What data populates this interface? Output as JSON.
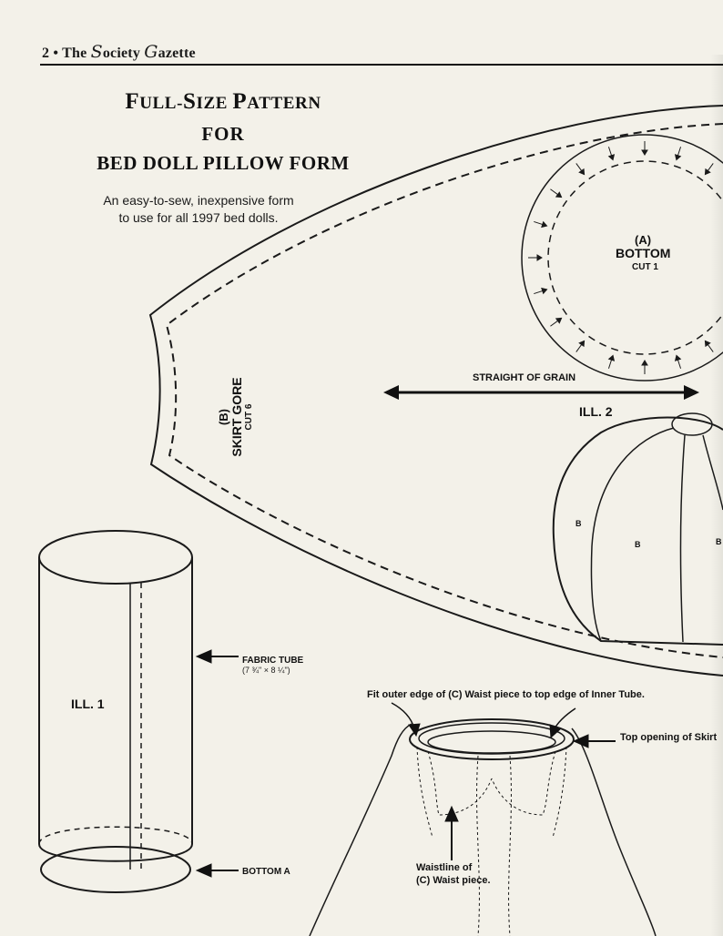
{
  "header": {
    "page_number": "2",
    "bullet": "•",
    "publication_pre": "The ",
    "publication_s_initial": "S",
    "publication_s_rest": "ociety ",
    "publication_g_initial": "G",
    "publication_g_rest": "azette"
  },
  "title": {
    "line1_initial": "F",
    "line1_rest": "ULL-",
    "line1_initial2": "S",
    "line1_rest2": "IZE ",
    "line1_initial3": "P",
    "line1_rest3": "ATTERN",
    "line2": "FOR",
    "line3": "BED DOLL PILLOW FORM"
  },
  "description": {
    "line1": "An easy-to-sew, inexpensive form",
    "line2": "to use for all 1997 bed dolls."
  },
  "pattern_a": {
    "letter": "(A)",
    "name": "BOTTOM",
    "cut": "CUT 1"
  },
  "pattern_b": {
    "letter": "(B)",
    "name": "SKIRT GORE",
    "cut": "CUT 6"
  },
  "grain_label": "STRAIGHT OF GRAIN",
  "ill2": {
    "label": "ILL. 2",
    "gore_labels": [
      "B",
      "B",
      "B"
    ]
  },
  "ill1": {
    "label": "ILL. 1",
    "fabric_tube": "FABRIC TUBE",
    "fabric_tube_size": "(7 ¾\" × 8 ¼\")",
    "bottom": "BOTTOM A"
  },
  "ill3": {
    "fit_note": "Fit outer edge of (C) Waist piece to top edge of Inner Tube.",
    "top_opening": "Top opening of Skirt",
    "waistline_1": "Waistline of",
    "waistline_2": "(C) Waist piece."
  }
}
